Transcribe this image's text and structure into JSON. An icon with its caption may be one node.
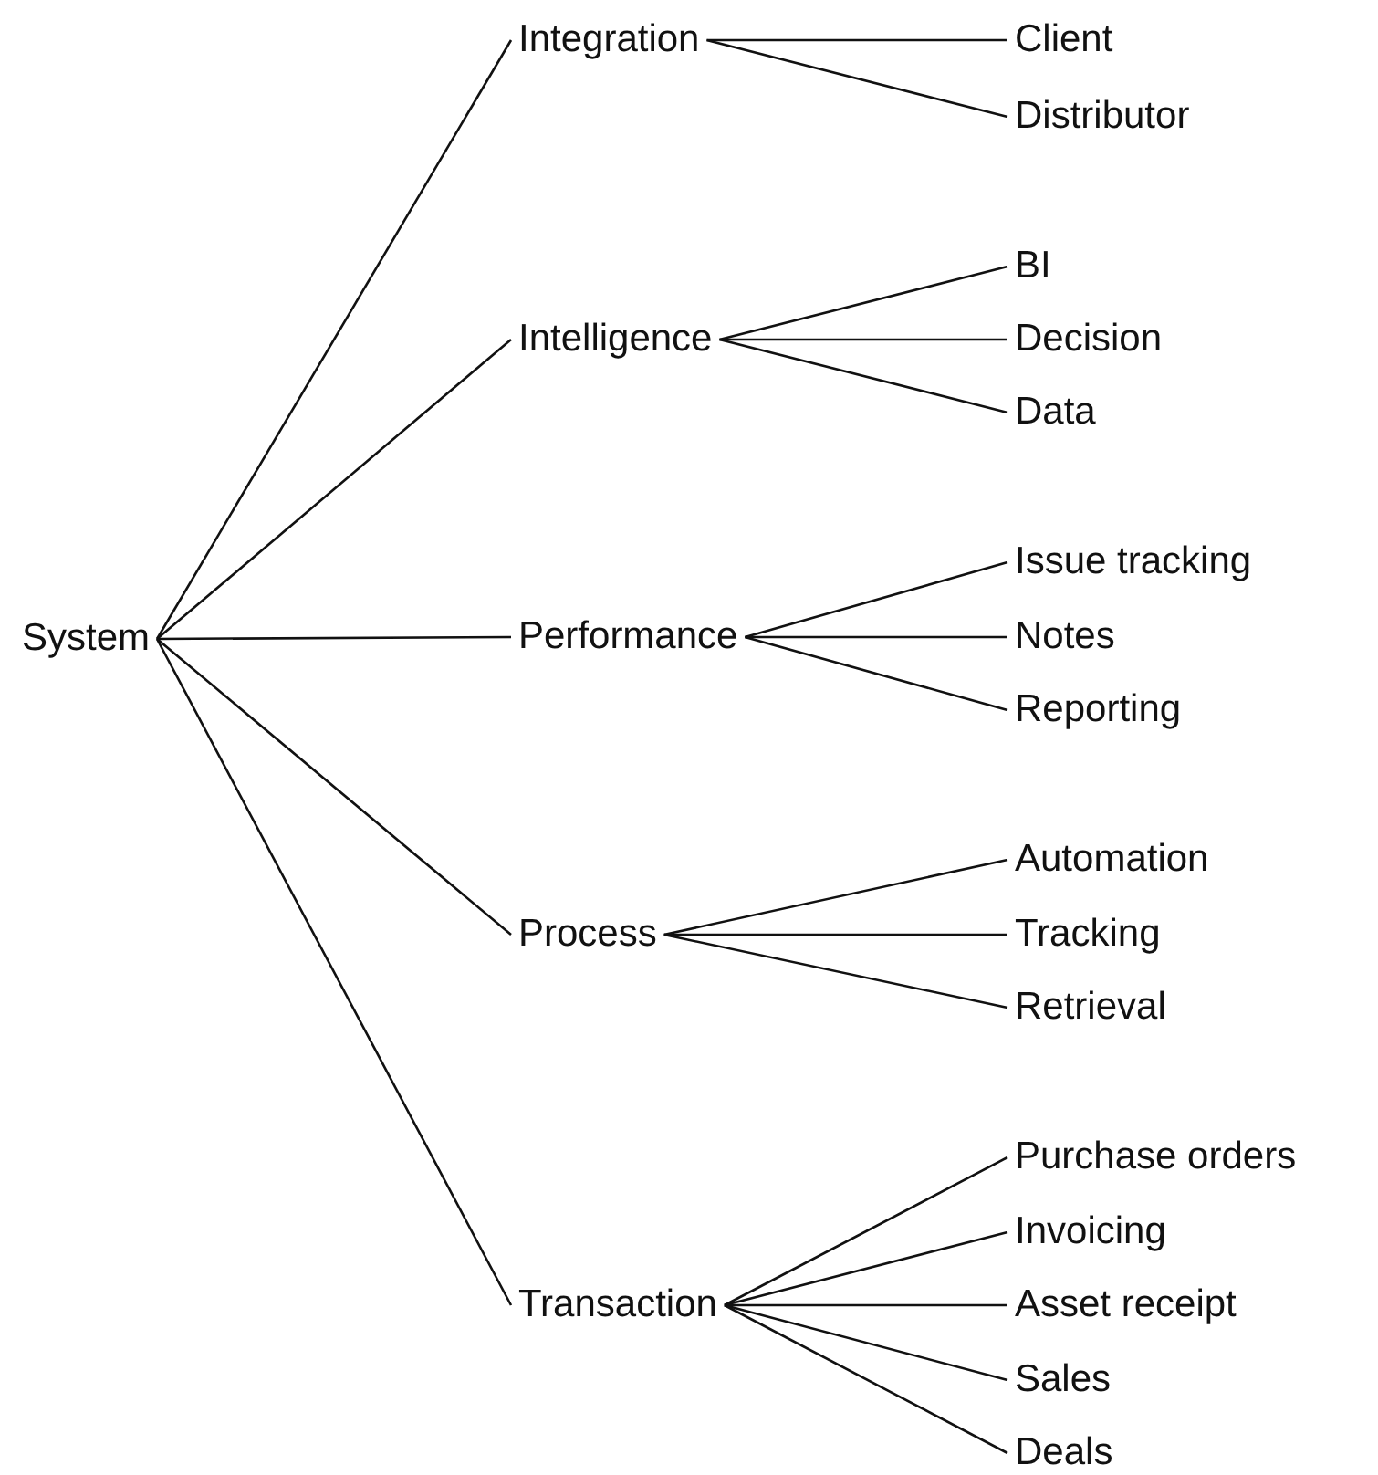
{
  "diagram": {
    "nodes": [
      {
        "text": [
          "System"
        ]
      },
      {
        "text": [
          "Integration"
        ]
      },
      {
        "text": [
          "Client"
        ]
      },
      {
        "text": [
          "Distributor"
        ]
      },
      {
        "text": [
          "Intelligence"
        ]
      },
      {
        "text": [
          "BI"
        ]
      },
      {
        "text": [
          "Decision"
        ]
      },
      {
        "text": [
          "Data"
        ]
      },
      {
        "text": [
          "Performance"
        ]
      },
      {
        "text": [
          "Issue tracking"
        ]
      },
      {
        "text": [
          "Notes"
        ]
      },
      {
        "text": [
          "Reporting"
        ]
      },
      {
        "text": [
          "Process"
        ]
      },
      {
        "text": [
          "Automation"
        ]
      },
      {
        "text": [
          "Tracking"
        ]
      },
      {
        "text": [
          "Retrieval"
        ]
      },
      {
        "text": [
          "Transaction"
        ]
      },
      {
        "text": [
          "Purchase orders"
        ]
      },
      {
        "text": [
          "Invoicing"
        ]
      },
      {
        "text": [
          "Asset receipt"
        ]
      },
      {
        "text": [
          "Sales"
        ]
      },
      {
        "text": [
          "Deals"
        ]
      }
    ],
    "edges": [
      {
        "from": 0,
        "to": 1,
        "arrow": "none"
      },
      {
        "from": 0,
        "to": 4,
        "arrow": "none"
      },
      {
        "from": 0,
        "to": 8,
        "arrow": "none"
      },
      {
        "from": 0,
        "to": 12,
        "arrow": "none"
      },
      {
        "from": 0,
        "to": 16,
        "arrow": "none"
      },
      {
        "from": 1,
        "to": 2,
        "arrow": "none"
      },
      {
        "from": 1,
        "to": 3,
        "arrow": "none"
      },
      {
        "from": 4,
        "to": 5,
        "arrow": "none"
      },
      {
        "from": 4,
        "to": 6,
        "arrow": "none"
      },
      {
        "from": 4,
        "to": 7,
        "arrow": "none"
      },
      {
        "from": 8,
        "to": 9,
        "arrow": "none"
      },
      {
        "from": 8,
        "to": 10,
        "arrow": "none"
      },
      {
        "from": 8,
        "to": 11,
        "arrow": "none"
      },
      {
        "from": 12,
        "to": 13,
        "arrow": "none"
      },
      {
        "from": 12,
        "to": 14,
        "arrow": "none"
      },
      {
        "from": 12,
        "to": 15,
        "arrow": "none"
      },
      {
        "from": 16,
        "to": 17,
        "arrow": "none"
      },
      {
        "from": 16,
        "to": 18,
        "arrow": "none"
      },
      {
        "from": 16,
        "to": 19,
        "arrow": "none"
      },
      {
        "from": 16,
        "to": 20,
        "arrow": "none"
      },
      {
        "from": 16,
        "to": 21,
        "arrow": "none"
      }
    ]
  }
}
